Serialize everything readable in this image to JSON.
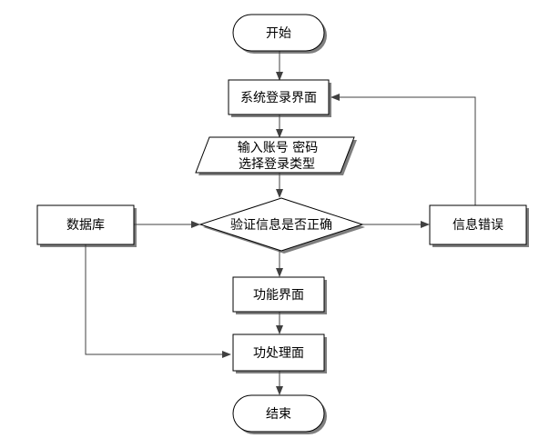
{
  "nodes": {
    "start": {
      "label": "开始"
    },
    "login_screen": {
      "label": "系统登录界面"
    },
    "input": {
      "line1": "输入账号 密码",
      "line2": "选择登录类型"
    },
    "verify": {
      "label": "验证信息是否正确"
    },
    "database": {
      "label": "数据库"
    },
    "error": {
      "label": "信息错误"
    },
    "function_screen": {
      "label": "功能界面"
    },
    "processing_screen": {
      "label": "功处理面"
    },
    "end": {
      "label": "结束"
    }
  },
  "colors": {
    "stroke": "#000000",
    "shadow": "#7f7f7f",
    "fill": "#ffffff",
    "arrow": "#404040"
  }
}
